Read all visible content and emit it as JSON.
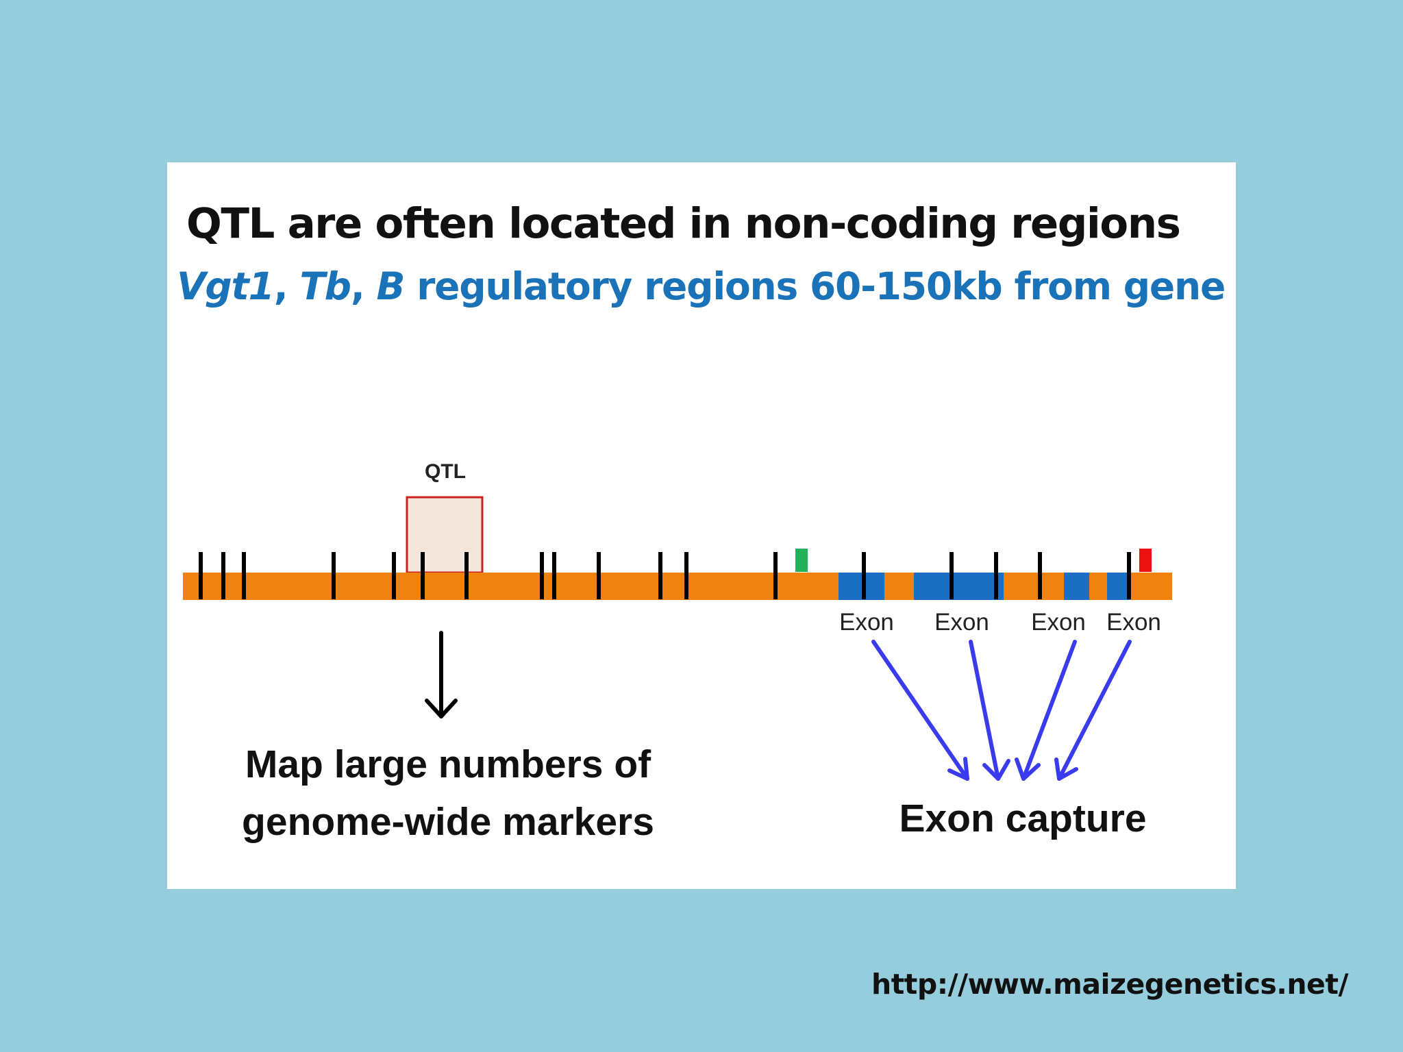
{
  "title": "QTL are often located in non-coding regions",
  "subtitle": {
    "gene_vgt1": "Vgt1",
    "sep1": ", ",
    "gene_tb": "Tb",
    "sep2": ", ",
    "gene_b": "B",
    "rest": " regulatory regions 60-150kb from gene"
  },
  "diagram": {
    "qtl_label": "QTL",
    "exon_labels": [
      "Exon",
      "Exon",
      "Exon",
      "Exon"
    ],
    "left_caption_line1": "Map large numbers of",
    "left_caption_line2": "genome-wide markers",
    "right_caption": "Exon capture",
    "colors": {
      "background": "#96cddd",
      "chromosome": "#f0820f",
      "exon": "#1a6fc2",
      "marker": "#000000",
      "qtl_border": "#cc1f1f",
      "qtl_fill": "#f5e6db",
      "green_marker": "#1fb25a",
      "red_marker": "#ee1111",
      "capture_arrow": "#3a3aee",
      "subtitle": "#1a73b8"
    }
  },
  "footer": {
    "url": "http://www.maizegenetics.net/"
  }
}
